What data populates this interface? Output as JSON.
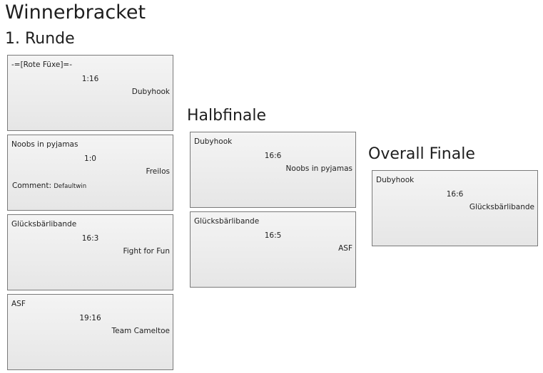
{
  "page": {
    "title": "Winnerbracket"
  },
  "rounds": [
    {
      "label": "1. Runde",
      "matches": [
        {
          "team1": "-=[Rote Füxe]=-",
          "score": "1:16",
          "team2": "Dubyhook"
        },
        {
          "team1": "Noobs in pyjamas",
          "score": "1:0",
          "team2": "Freilos",
          "comment_label": "Comment:",
          "comment": "Defaultwin"
        },
        {
          "team1": "Glücksbärlibande",
          "score": "16:3",
          "team2": "Fight for Fun"
        },
        {
          "team1": "ASF",
          "score": "19:16",
          "team2": "Team Cameltoe"
        }
      ]
    },
    {
      "label": "Halbfinale",
      "matches": [
        {
          "team1": "Dubyhook",
          "score": "16:6",
          "team2": "Noobs in pyjamas"
        },
        {
          "team1": "Glücksbärlibande",
          "score": "16:5",
          "team2": "ASF"
        }
      ]
    },
    {
      "label": "Overall Finale",
      "matches": [
        {
          "team1": "Dubyhook",
          "score": "16:6",
          "team2": "Glücksbärlibande"
        }
      ]
    }
  ],
  "colors": {
    "border": "#7a7a7a",
    "box_top": "#f4f4f4",
    "box_bottom": "#e6e6e6",
    "text": "#1f1f1f"
  }
}
